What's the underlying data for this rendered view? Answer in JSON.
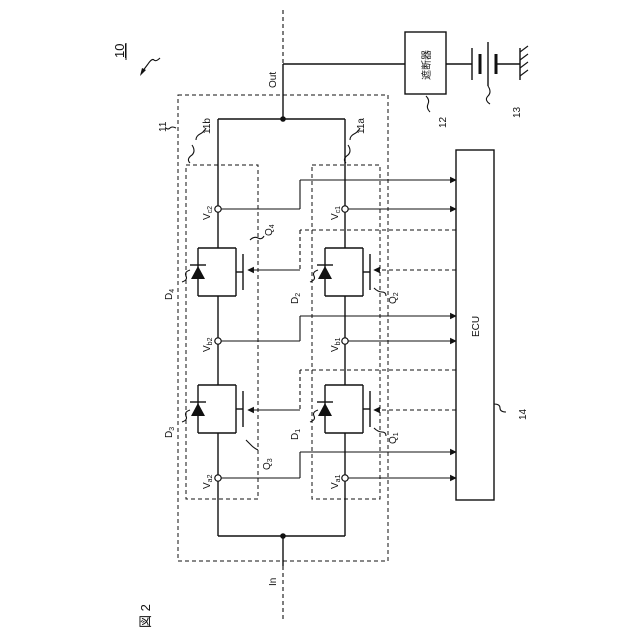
{
  "figure": {
    "title": "図 2",
    "ref_number": "10",
    "labels": {
      "out": "Out",
      "in": "In",
      "ecu": "ECU",
      "breaker": "遮断器",
      "ref_11": "11",
      "ref_11a": "11a",
      "ref_11b": "11b",
      "ref_12": "12",
      "ref_13": "13",
      "ref_14": "14"
    },
    "voltages": {
      "vc1": {
        "main": "V",
        "sub": "c1"
      },
      "vc2": {
        "main": "V",
        "sub": "c2"
      },
      "vb1": {
        "main": "V",
        "sub": "b1"
      },
      "vb2": {
        "main": "V",
        "sub": "b2"
      },
      "va1": {
        "main": "V",
        "sub": "a1"
      },
      "va2": {
        "main": "V",
        "sub": "a2"
      }
    },
    "transistors": {
      "q1": {
        "main": "Q",
        "sub": "1"
      },
      "q2": {
        "main": "Q",
        "sub": "2"
      },
      "q3": {
        "main": "Q",
        "sub": "3"
      },
      "q4": {
        "main": "Q",
        "sub": "4"
      }
    },
    "diodes": {
      "d1": {
        "main": "D",
        "sub": "1"
      },
      "d2": {
        "main": "D",
        "sub": "2"
      },
      "d3": {
        "main": "D",
        "sub": "3"
      },
      "d4": {
        "main": "D",
        "sub": "4"
      }
    }
  }
}
